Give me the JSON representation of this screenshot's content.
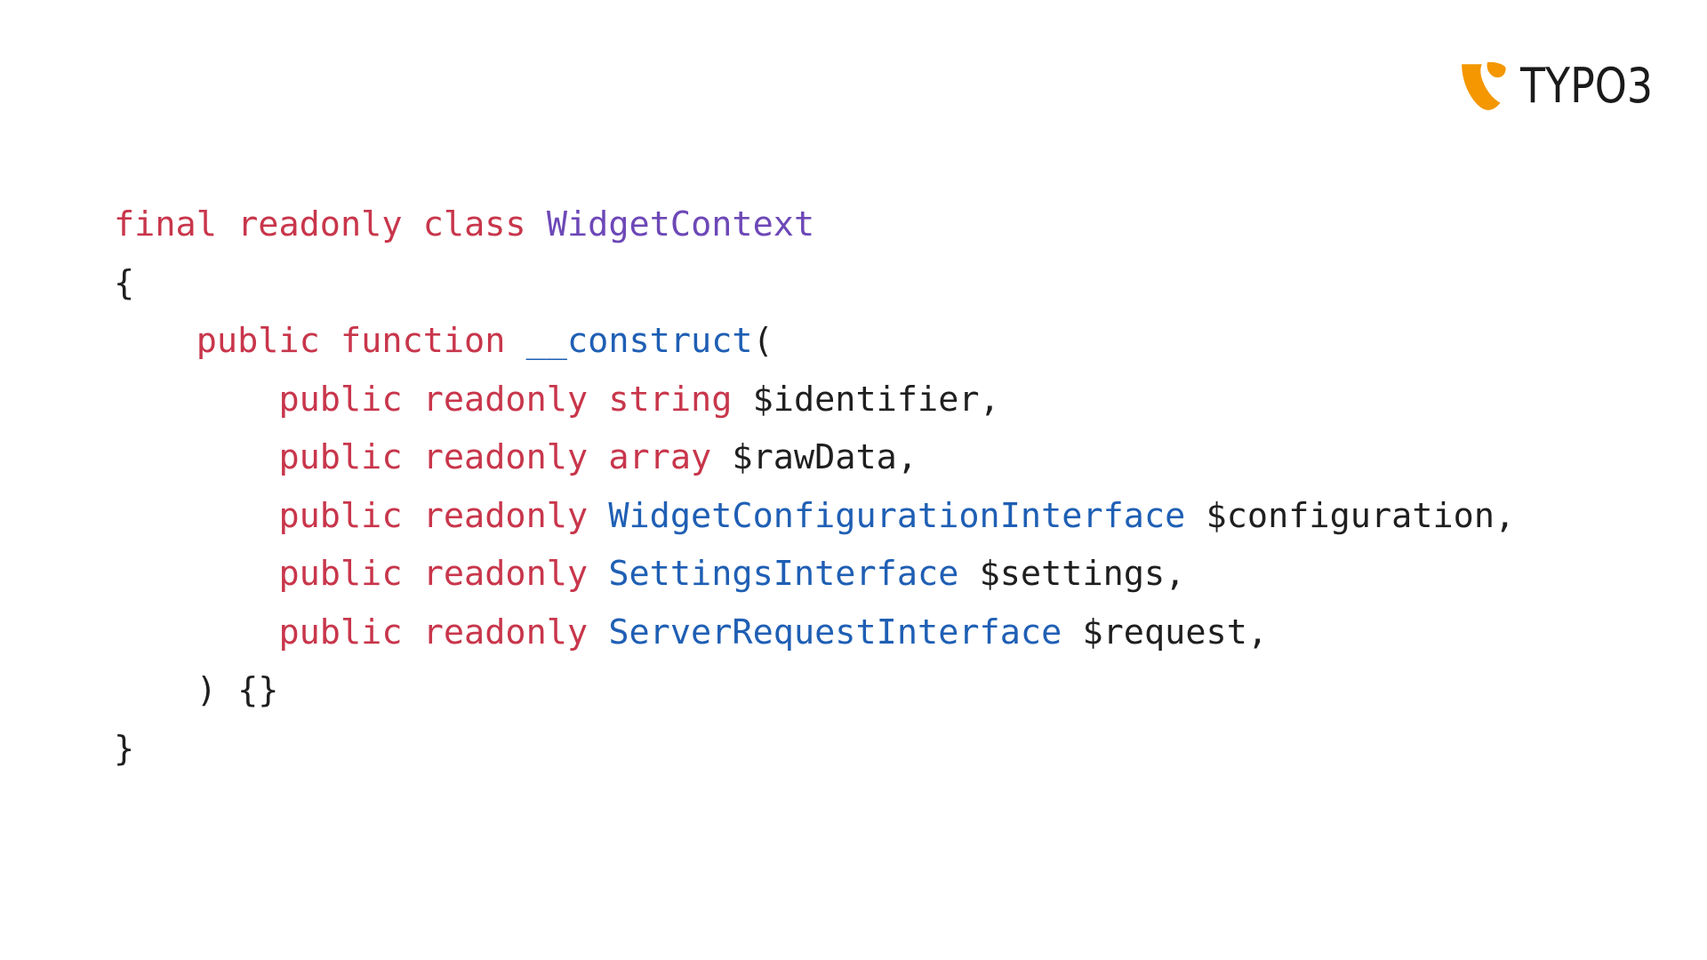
{
  "logo": {
    "text": "TYPO3",
    "brand_color": "#f49700"
  },
  "colors": {
    "keyword": "#c8364b",
    "class_name": "#6d48b7",
    "function_and_type": "#1f5fb4",
    "plain": "#1f1f1f"
  },
  "code": {
    "line1": {
      "kw1": "final",
      "kw2": "readonly",
      "kw3": "class",
      "class": "WidgetContext"
    },
    "line2": {
      "brace": "{"
    },
    "line3": {
      "kw1": "public",
      "kw2": "function",
      "fn": "__construct",
      "paren": "("
    },
    "line4": {
      "kw1": "public",
      "kw2": "readonly",
      "type": "string",
      "var": "$identifier,"
    },
    "line5": {
      "kw1": "public",
      "kw2": "readonly",
      "type": "array",
      "var": "$rawData,"
    },
    "line6": {
      "kw1": "public",
      "kw2": "readonly",
      "type": "WidgetConfigurationInterface",
      "var": "$configuration,"
    },
    "line7": {
      "kw1": "public",
      "kw2": "readonly",
      "type": "SettingsInterface",
      "var": "$settings,"
    },
    "line8": {
      "kw1": "public",
      "kw2": "readonly",
      "type": "ServerRequestInterface",
      "var": "$request,"
    },
    "line9": {
      "text": ") {}"
    },
    "line10": {
      "brace": "}"
    }
  }
}
